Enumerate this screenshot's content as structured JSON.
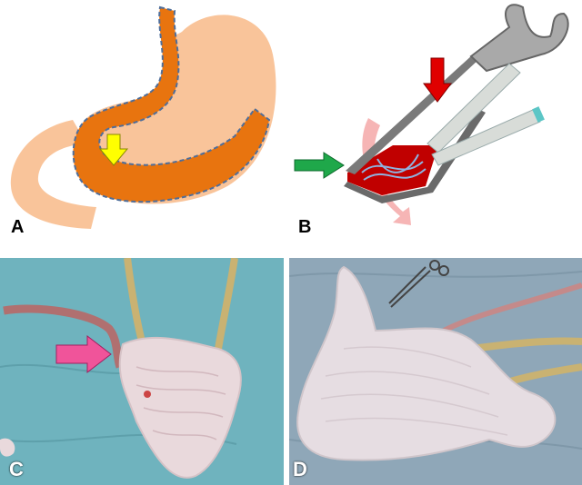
{
  "figure": {
    "panels": [
      {
        "id": "A",
        "label": "A"
      },
      {
        "id": "B",
        "label": "B"
      },
      {
        "id": "C",
        "label": "C"
      },
      {
        "id": "D",
        "label": "D"
      }
    ]
  },
  "colors": {
    "stomach_light": "#F9C49A",
    "stomach_orange": "#E8740F",
    "dashed_outline": "#4F6E9A",
    "arrow_yellow": "#FFFF00",
    "arrow_red": "#E00000",
    "arrow_green": "#1FA84A",
    "arrow_pink": "#F0549A",
    "tissue_red": "#C00000",
    "drape_blue": "#6FB3BE",
    "drape_blue_d": "#8FA7B8",
    "tissue_pink": "#E9D9DC",
    "tube_yellow": "#C9B272"
  },
  "icons": {
    "arrow_a": "yellow-arrow-icon",
    "arrow_b_red": "red-arrow-icon",
    "arrow_b_green": "green-arrow-icon",
    "arrow_c": "pink-arrow-icon"
  }
}
